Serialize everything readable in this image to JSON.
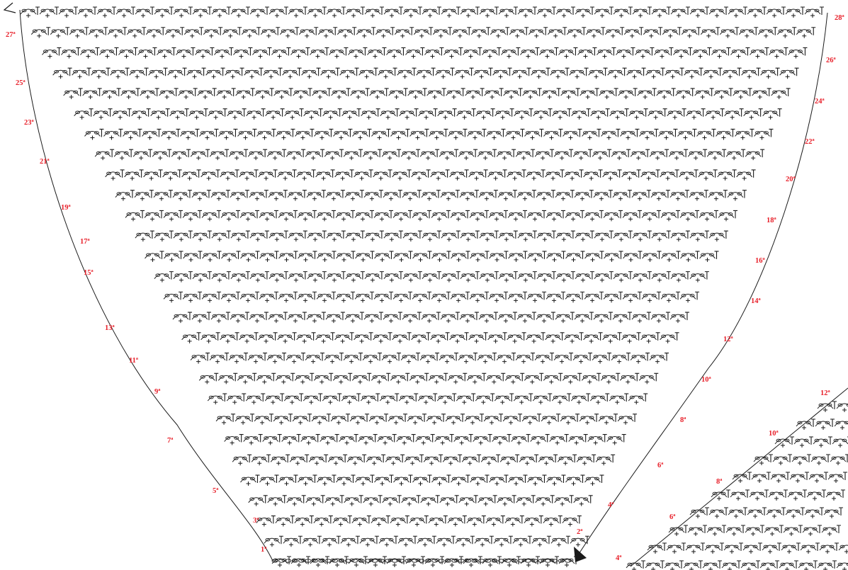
{
  "main_chart": {
    "row_labels_left": [
      "1ª",
      "3ª",
      "5ª",
      "7ª",
      "9ª",
      "11ª",
      "13ª",
      "15ª",
      "17ª",
      "19ª",
      "21ª",
      "23ª",
      "25ª",
      "27ª"
    ],
    "row_labels_right": [
      "2ª",
      "4ª",
      "6ª",
      "8ª",
      "10ª",
      "12ª",
      "14ª",
      "16ª",
      "18ª",
      "20ª",
      "22ª",
      "24ª",
      "26ª",
      "28ª"
    ]
  },
  "inset_chart": {
    "row_labels": [
      "4ª",
      "6ª",
      "8ª",
      "10ª",
      "12ª"
    ]
  },
  "markers": {
    "start": "filled-arrow-icon",
    "end": "outline-arrow-icon"
  },
  "colors": {
    "ink": "#1a1a1a",
    "label": "#e8212b",
    "background": "#ffffff"
  }
}
